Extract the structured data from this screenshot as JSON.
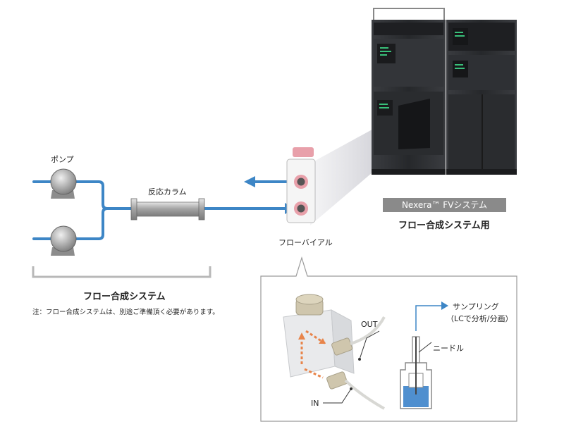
{
  "labels": {
    "pump": "ポンプ",
    "column": "反応カラム",
    "flow_vial": "フローバイアル",
    "flow_system": "フロー合成システム",
    "note": "注：フロー合成システムは、別途ご準備頂く必要があります。",
    "nexera_badge": "Nexera™ FVシステム",
    "nexera_caption": "フロー合成システム用",
    "out": "OUT",
    "in": "IN",
    "sampling": "サンプリング",
    "sampling_sub": "（LCで分析/分画）",
    "needle": "ニードル"
  },
  "colors": {
    "flow_line": "#3d86c6",
    "seal_pink": "#e8a0aa",
    "arrow_orange": "#e8844a",
    "badge_gray": "#8a8a8a",
    "instrument": "#2d2f33"
  }
}
